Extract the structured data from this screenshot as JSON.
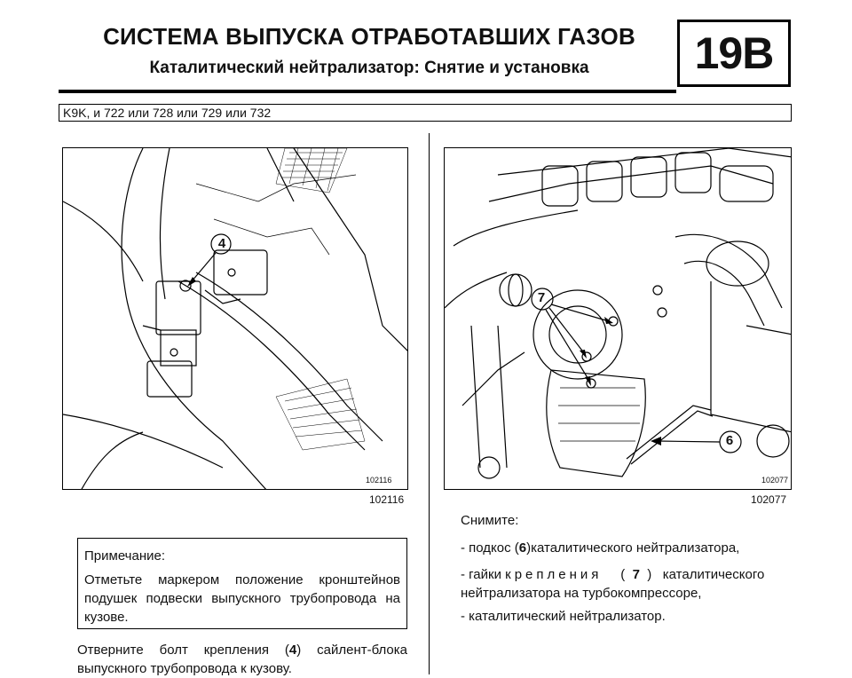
{
  "header": {
    "title": "СИСТЕМА ВЫПУСКА ОТРАБОТАВШИХ ГАЗОВ",
    "subtitle": "Каталитический нейтрализатор: Снятие и установка",
    "section_code": "19B"
  },
  "applicability": "K9K, и 722 или 728 или 729 или 732",
  "figures": {
    "left": {
      "number": "102116",
      "callout": "4"
    },
    "right": {
      "number": "102077",
      "callouts": [
        "7",
        "6"
      ]
    }
  },
  "note": {
    "title": "Примечание:",
    "text": "Отметьте маркером положение кронштейнов подушек подвески выпускного трубопровода на кузове."
  },
  "left_instruction": {
    "before": "Отверните болт крепления (",
    "ref": "4",
    "after": ") сайлент-блока выпускного трубопровода к кузову."
  },
  "right_instructions": {
    "heading": "Снимите:",
    "step1": {
      "before": "- подкос (",
      "ref": "6",
      "after": ")каталитического нейтрализатора,"
    },
    "step2": {
      "prefix": "- гайки",
      "spaced": "крепления",
      "open": "(",
      "ref": "7",
      "close": ")",
      "after": "каталитического нейтрализатора на турбокомпрессоре,"
    },
    "step3": "- каталитический нейтрализатор."
  }
}
